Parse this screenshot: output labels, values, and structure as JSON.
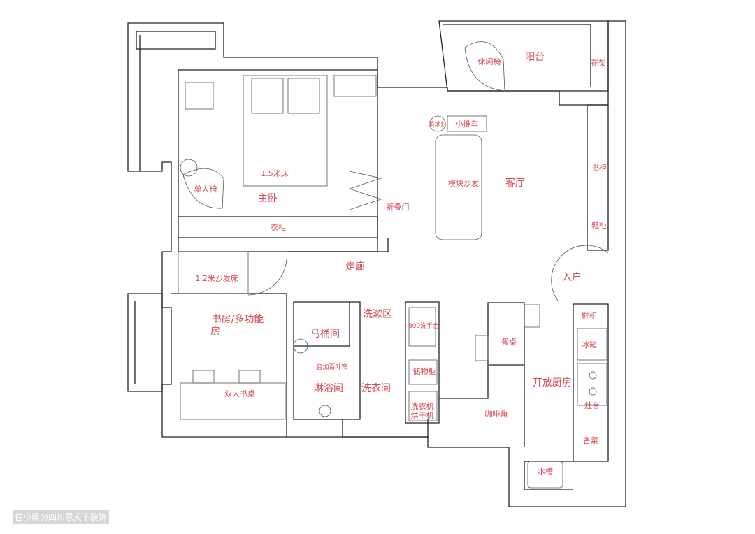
{
  "labels": {
    "balcony": "阳台",
    "leisure_chair": "休闲椅",
    "plant_rack": "花架",
    "trolley": "小推车",
    "floor_lamp": "落地灯",
    "sofa": "模块沙发",
    "living_room": "客厅",
    "bookcase": "书柜",
    "shoe_cabinet_living": "鞋柜",
    "bed": "1.5米床",
    "master_bedroom": "主卧",
    "single_chair": "单人椅",
    "wardrobe": "衣柜",
    "folding_door": "折叠门",
    "corridor": "走廊",
    "entrance": "入户",
    "sofa_bed": "1.2米沙发床",
    "study_line1": "书房/多功能",
    "study_line2": "房",
    "double_desk": "双人书桌",
    "toilet_room": "马桶间",
    "wash_area": "洗漱区",
    "blinds": "窗加百叶帘",
    "shower_room": "淋浴间",
    "laundry_room": "洗衣间",
    "wash_basin": "800洗手台",
    "storage_cabinet": "储物柜",
    "washer": "洗衣机",
    "dryer": "烘干机",
    "dining_table": "餐桌",
    "open_kitchen": "开放厨房",
    "coffee_corner": "咖啡角",
    "shoe_cabinet_kitchen": "鞋柜",
    "fridge": "冰箱",
    "stove": "灶台",
    "prep": "备菜",
    "sink": "水槽"
  },
  "watermark": "住小帮@四川恩天下装饰"
}
